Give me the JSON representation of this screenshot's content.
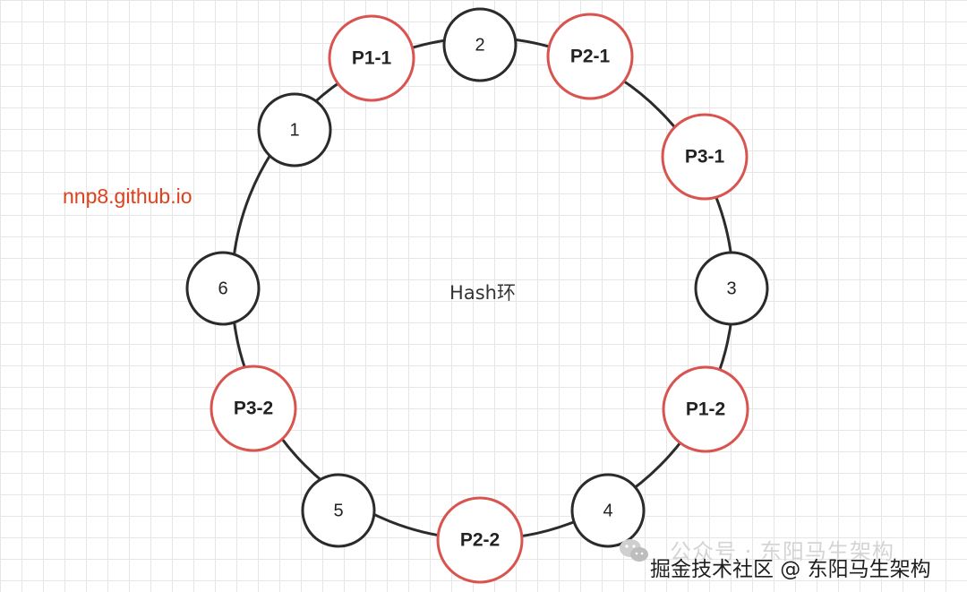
{
  "diagram": {
    "center_label": "Hash环",
    "site_label": "nnp8.github.io",
    "watermark_ghost": "公众号 · 东阳马生架构",
    "watermark": "掘金技术社区 @ 东阳马生架构",
    "colors": {
      "ring": "#2b2b2b",
      "server_node_border": "#2b2b2b",
      "partition_node_border": "#d9534f",
      "site_label": "#e0401c"
    },
    "nodes": [
      {
        "id": "p1-1",
        "label": "P1-1",
        "kind": "partition"
      },
      {
        "id": "n2",
        "label": "2",
        "kind": "server"
      },
      {
        "id": "p2-1",
        "label": "P2-1",
        "kind": "partition"
      },
      {
        "id": "n1",
        "label": "1",
        "kind": "server"
      },
      {
        "id": "p3-1",
        "label": "P3-1",
        "kind": "partition"
      },
      {
        "id": "n6",
        "label": "6",
        "kind": "server"
      },
      {
        "id": "n3",
        "label": "3",
        "kind": "server"
      },
      {
        "id": "p3-2",
        "label": "P3-2",
        "kind": "partition"
      },
      {
        "id": "p1-2",
        "label": "P1-2",
        "kind": "partition"
      },
      {
        "id": "n5",
        "label": "5",
        "kind": "server"
      },
      {
        "id": "n4",
        "label": "4",
        "kind": "server"
      },
      {
        "id": "p2-2",
        "label": "P2-2",
        "kind": "partition"
      }
    ]
  }
}
